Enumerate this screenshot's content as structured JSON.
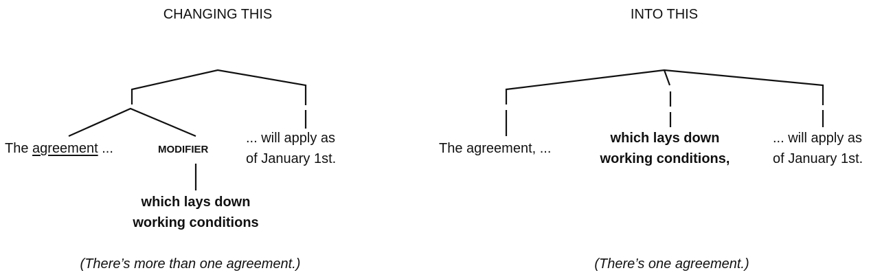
{
  "left": {
    "title": "CHANGING THIS",
    "subject_prefix": "The ",
    "subject_head": "agreement",
    "subject_suffix": " ...",
    "modifier_label": "MODIFIER",
    "clause_line1": "which lays down",
    "clause_line2": "working conditions",
    "predicate_line1": "... will apply as",
    "predicate_line2": "of January 1st.",
    "caption": "(There’s more than one agreement.)"
  },
  "right": {
    "title": "INTO THIS",
    "subject": "The agreement, ...",
    "clause_line1": "which lays down",
    "clause_line2": "working conditions,",
    "predicate_line1": "... will apply as",
    "predicate_line2": "of January 1st.",
    "caption": "(There’s one agreement.)"
  }
}
